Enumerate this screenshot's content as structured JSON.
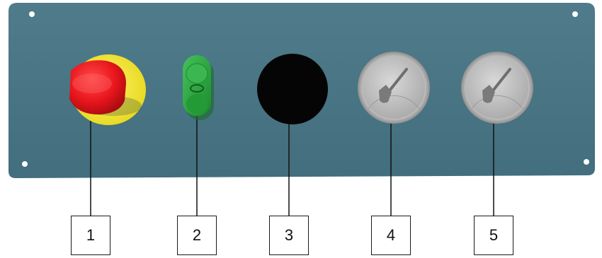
{
  "panel": {
    "color": "#4a7585"
  },
  "components": [
    {
      "callout": "1",
      "kind": "emergency-stop-button",
      "icon": "emergency-stop-icon",
      "colors": {
        "cap": "#e8151c",
        "collar": "#f2ea2a"
      }
    },
    {
      "callout": "2",
      "kind": "green-rocker-switch",
      "icon": "rocker-switch-icon",
      "colors": {
        "body": "#2aa23c"
      }
    },
    {
      "callout": "3",
      "kind": "black-round-button",
      "icon": "black-button-icon",
      "colors": {
        "body": "#050505"
      }
    },
    {
      "callout": "4",
      "kind": "analog-gauge",
      "icon": "gauge-icon",
      "colors": {
        "face": "#c8c8c8"
      }
    },
    {
      "callout": "5",
      "kind": "analog-gauge",
      "icon": "gauge-icon",
      "colors": {
        "face": "#c8c8c8"
      }
    }
  ]
}
